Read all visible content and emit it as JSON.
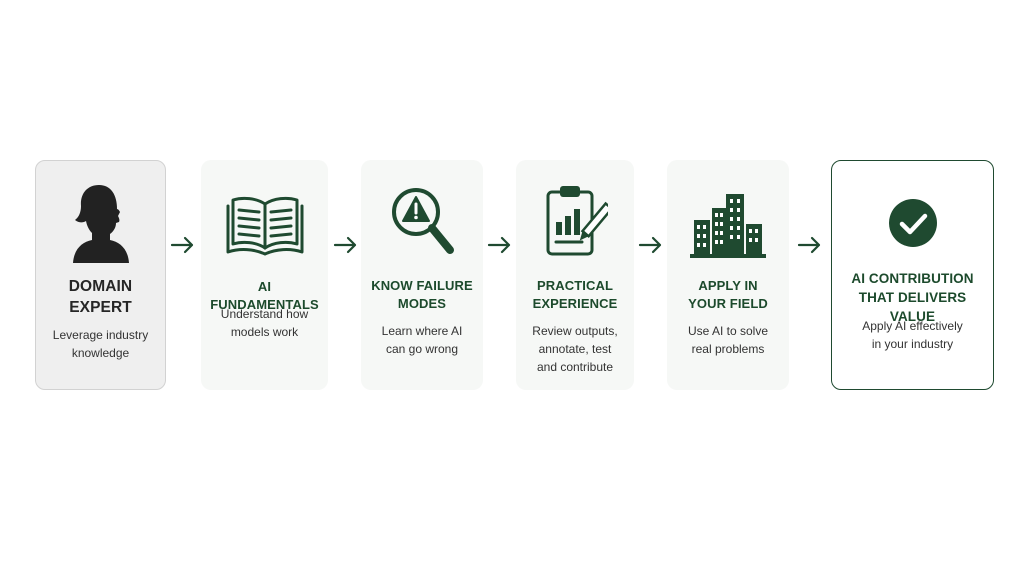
{
  "colors": {
    "accent": "#1f4a30",
    "card_background": "#f6f8f6",
    "first_card_background": "#efefef",
    "text": "#333333"
  },
  "steps": [
    {
      "icon": "person-silhouette-icon",
      "title_lines": [
        "DOMAIN",
        "EXPERT"
      ],
      "desc_lines": [
        "Leverage industry",
        "knowledge"
      ]
    },
    {
      "icon": "open-book-icon",
      "title_lines": [
        "AI FUNDAMENTALS"
      ],
      "desc_lines": [
        "Understand how",
        "models work"
      ]
    },
    {
      "icon": "magnifier-warning-icon",
      "title_lines": [
        "KNOW FAILURE",
        "MODES"
      ],
      "desc_lines": [
        "Learn where AI",
        "can go wrong"
      ]
    },
    {
      "icon": "clipboard-chart-pencil-icon",
      "title_lines": [
        "PRACTICAL",
        "EXPERIENCE"
      ],
      "desc_lines": [
        "Review outputs,",
        "annotate, test",
        "and contribute"
      ]
    },
    {
      "icon": "city-buildings-icon",
      "title_lines": [
        "APPLY IN",
        "YOUR FIELD"
      ],
      "desc_lines": [
        "Use AI to solve",
        "real problems"
      ]
    },
    {
      "icon": "checkmark-circle-icon",
      "title_lines": [
        "AI CONTRIBUTION",
        "THAT DELIVERS VALUE"
      ],
      "desc_lines": [
        "Apply AI effectively",
        "in your industry"
      ]
    }
  ]
}
